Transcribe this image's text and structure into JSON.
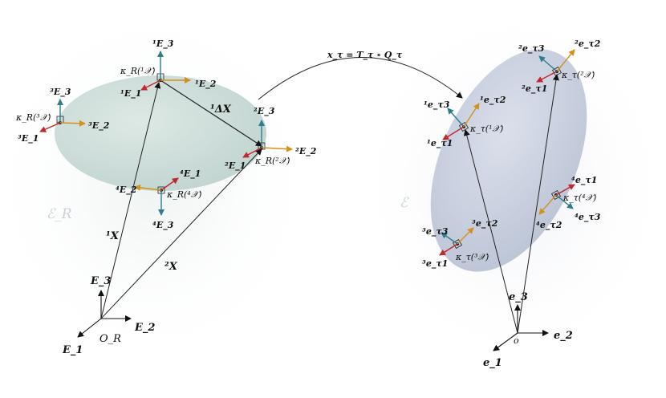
{
  "mapping_label": "x_τ = T_τ ∘ Q_τ",
  "reference": {
    "body_label": "ℰ_R",
    "origin_label": "O_R",
    "basis": {
      "e1": "E_1",
      "e2": "E_2",
      "e3": "E_3"
    },
    "position_vectors": [
      "¹X",
      "²X"
    ],
    "increment_label": "¹ΔX",
    "points": [
      {
        "kappa": "κ_R(¹𝒳)",
        "e1": "¹E_1",
        "e2": "¹E_2",
        "e3": "¹E_3"
      },
      {
        "kappa": "κ_R(²𝒳)",
        "e1": "²E_1",
        "e2": "²E_2",
        "e3": "²E_3"
      },
      {
        "kappa": "κ_R(³𝒳)",
        "e1": "³E_1",
        "e2": "³E_2",
        "e3": "³E_3"
      },
      {
        "kappa": "κ_R(⁴𝒳)",
        "e1": "⁴E_1",
        "e2": "⁴E_2",
        "e3": "⁴E_3"
      }
    ]
  },
  "current": {
    "body_label": "ℰ",
    "origin_label": "o",
    "basis": {
      "e1": "e_1",
      "e2": "e_2",
      "e3": "e_3"
    },
    "points": [
      {
        "kappa": "κ_τ(¹𝒳)",
        "e1": "¹e_τ1",
        "e2": "¹e_τ2",
        "e3": "¹e_τ3"
      },
      {
        "kappa": "κ_τ(²𝒳)",
        "e1": "²e_τ1",
        "e2": "²e_τ2",
        "e3": "²e_τ3"
      },
      {
        "kappa": "κ_τ(³𝒳)",
        "e1": "³e_τ1",
        "e2": "³e_τ2",
        "e3": "³e_τ3"
      },
      {
        "kappa": "κ_τ(⁴𝒳)",
        "e1": "⁴e_τ1",
        "e2": "⁴e_τ2",
        "e3": "⁴e_τ3"
      }
    ]
  },
  "colors": {
    "teal_arrow": "#2e7d8c",
    "orange_arrow": "#d4901f",
    "red_arrow": "#c0282e",
    "reference_ellipse": "#c4d8d4",
    "current_ellipse": "#bcc6d8"
  }
}
